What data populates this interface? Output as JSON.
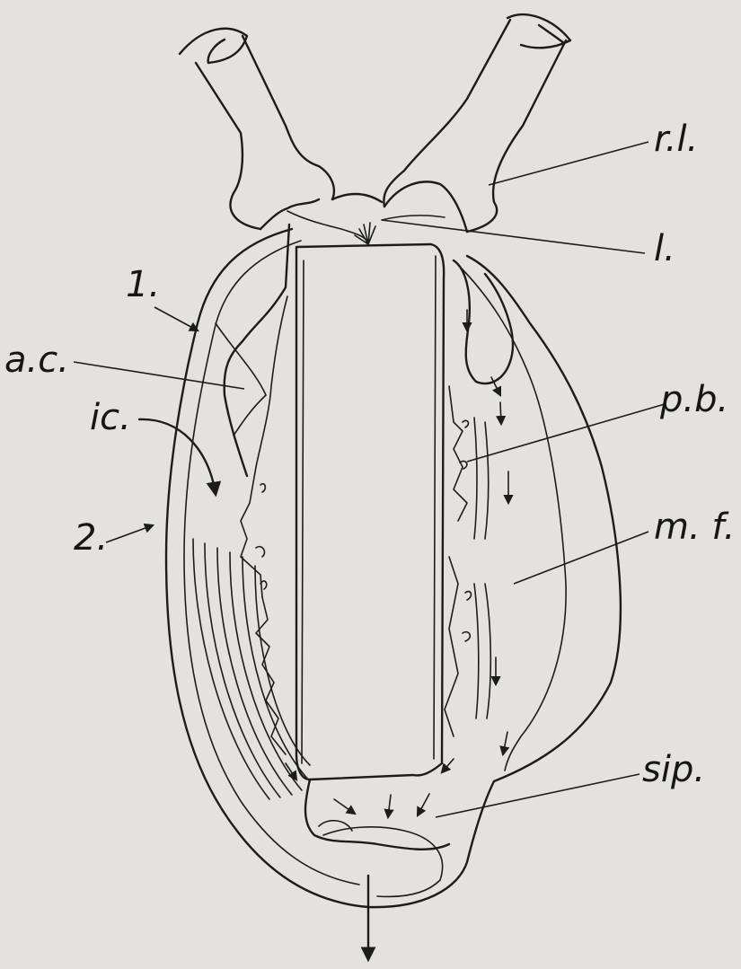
{
  "labels": {
    "rl": "r.l.",
    "l": "l.",
    "one": "1.",
    "ac": "a.c.",
    "ic": "ic.",
    "pb": "p.b.",
    "mf": "m. f.",
    "two": "2.",
    "sip": "sip."
  }
}
